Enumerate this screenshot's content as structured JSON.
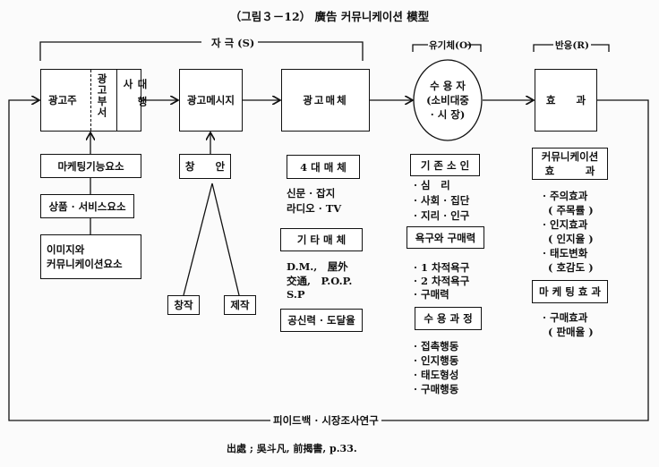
{
  "title": "（그림３－12） 廣告 커뮤니케이션 模型",
  "brackets": {
    "stimulus": "자 극 (S)",
    "organism": "유기체(O)",
    "response": "반응(R)"
  },
  "main": {
    "advertiser": "광고주",
    "ad_department": "광고부서",
    "agency": "대행사",
    "ad_message": "광고메시지",
    "ad_media": "광고매체",
    "receiver": "수 용 자",
    "receiver_sub": "(소비대중",
    "receiver_sub2": "· 시 장)",
    "effect": "효　　과"
  },
  "advertiser_col": [
    "마케팅기능요소",
    "상품 · 서비스요소",
    "이미지와",
    "커뮤니케이션요소"
  ],
  "message_col": {
    "idea": "창　　안",
    "creation": "창작",
    "production": "제작"
  },
  "media_col": {
    "four_media": "4 대 매 체",
    "four_media_items": [
      "신문 · 잡지",
      "라디오 · TV"
    ],
    "other_media": "기 타 매 체",
    "other_media_items": [
      "D.M.,　屋外",
      "交通,　P.O.P.",
      "S.P"
    ],
    "reach": "공신력 · 도달율"
  },
  "receiver_col": {
    "existing": "기 존 소 인",
    "existing_items": [
      "· 심　리",
      "· 사회 · 집단",
      "· 지리 · 인구"
    ],
    "needs": "욕구와 구매력",
    "needs_items": [
      "· 1 차적욕구",
      "· 2 차적욕구",
      "· 구매력"
    ],
    "process": "수 용 과 정",
    "process_items": [
      "· 접촉행동",
      "· 인지행동",
      "· 태도형성",
      "· 구매행동"
    ]
  },
  "effect_col": {
    "comm_effect": "커뮤니케이션",
    "comm_effect2": "효　　　과",
    "comm_items": [
      "· 주의효과",
      "( 주목률 )",
      "· 인지효과",
      "( 인지율 )",
      "· 태도변화",
      "( 호감도 )"
    ],
    "mkt_effect": "마 케 팅 효 과",
    "mkt_items": [
      "· 구매효과",
      "( 판매율 )"
    ]
  },
  "feedback": "피이드백 · 시장조사연구",
  "source": "出處 ; 吳斗凡, 前揭書, p.33."
}
